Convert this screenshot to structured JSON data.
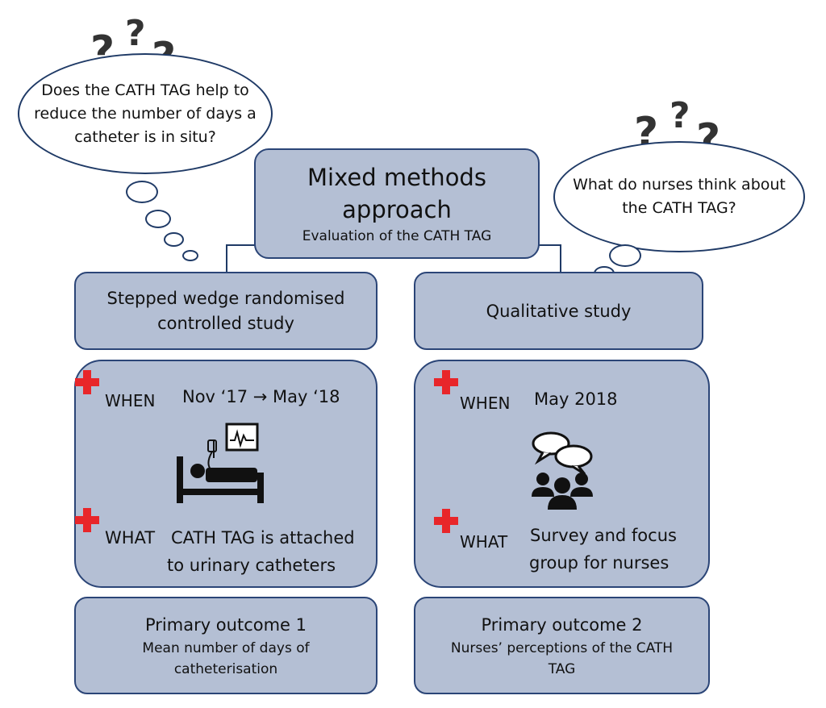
{
  "thought_left": {
    "marks": [
      "?",
      "?",
      "?"
    ],
    "lines": [
      "Does the CATH TAG help to",
      "reduce the number of days a",
      "catheter is in situ?"
    ]
  },
  "thought_right": {
    "marks": [
      "?",
      "?",
      "?"
    ],
    "lines": [
      "What do nurses think about",
      "the CATH TAG?"
    ]
  },
  "center": {
    "title_lines": [
      "Mixed methods",
      "approach"
    ],
    "subtitle": "Evaluation of the CATH TAG"
  },
  "left": {
    "header_lines": [
      "Stepped wedge randomised",
      "controlled study"
    ],
    "when_label": "WHEN",
    "when_value": "Nov ‘17 → May ‘18",
    "image_icon": "hospital-bed-monitor-icon",
    "what_label": "WHAT",
    "what_lines": [
      "CATH TAG is attached",
      "to urinary catheters"
    ],
    "outcome_title": "Primary outcome 1",
    "outcome_lines": [
      "Mean number of days of",
      "catheterisation"
    ]
  },
  "right": {
    "header": "Qualitative study",
    "when_label": "WHEN",
    "when_value": "May 2018",
    "image_icon": "group-discussion-icon",
    "what_label": "WHAT",
    "what_lines": [
      "Survey and focus",
      "group for nurses"
    ],
    "outcome_title": "Primary outcome 2",
    "outcome_lines": [
      "Nurses’ perceptions of the CATH",
      "TAG"
    ]
  },
  "colors": {
    "box_fill": "#b4bfd4",
    "box_border": "#2b4577",
    "cross": "#e8262a",
    "question_mark": "#333333"
  }
}
